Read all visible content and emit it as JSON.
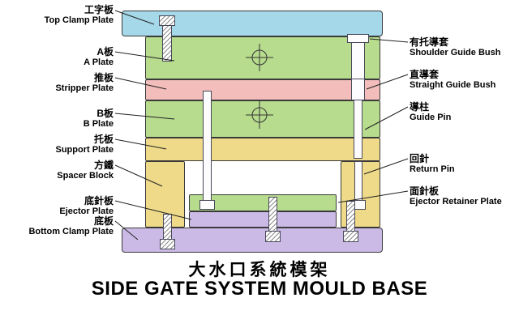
{
  "title": {
    "cn": "大水口系統模架",
    "en": "SIDE GATE SYSTEM MOULD BASE"
  },
  "left_labels": [
    {
      "cn": "工字板",
      "en": "Top Clamp Plate"
    },
    {
      "cn": "A板",
      "en": "A Plate"
    },
    {
      "cn": "推板",
      "en": "Stripper Plate"
    },
    {
      "cn": "B板",
      "en": "B Plate"
    },
    {
      "cn": "托板",
      "en": "Support Plate"
    },
    {
      "cn": "方鐵",
      "en": "Spacer Block"
    },
    {
      "cn": "底針板",
      "en": "Ejector Plate"
    },
    {
      "cn": "底板",
      "en": "Bottom Clamp Plate"
    }
  ],
  "right_labels": [
    {
      "cn": "有托導套",
      "en": "Shoulder Guide Bush"
    },
    {
      "cn": "直導套",
      "en": "Straight Guide Bush"
    },
    {
      "cn": "導柱",
      "en": "Guide Pin"
    },
    {
      "cn": "回針",
      "en": "Return Pin"
    },
    {
      "cn": "面針板",
      "en": "Ejector Retainer Plate"
    }
  ],
  "colors": {
    "plate_blue": "#a5d8e8",
    "plate_green": "#b7dc8e",
    "plate_pink": "#f2bdbb",
    "plate_yellow": "#eeda88",
    "plate_purple": "#cbbae6",
    "pin_white": "#fcfcff",
    "line": "#333333"
  }
}
